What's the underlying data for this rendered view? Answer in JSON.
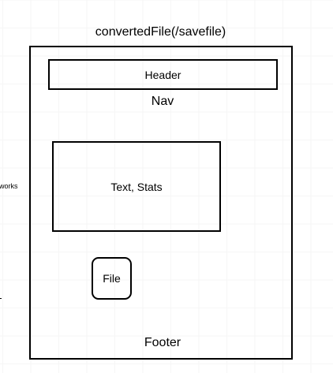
{
  "diagram": {
    "title": "convertedFile(/savefile)",
    "header_label": "Header",
    "nav_label": "Nav",
    "content_label": "Text, Stats",
    "file_label": "File",
    "footer_label": "Footer",
    "left_cut_label": "works"
  },
  "colors": {
    "background": "#ffffff",
    "stroke": "#000000",
    "grid": "#eeeeee"
  }
}
